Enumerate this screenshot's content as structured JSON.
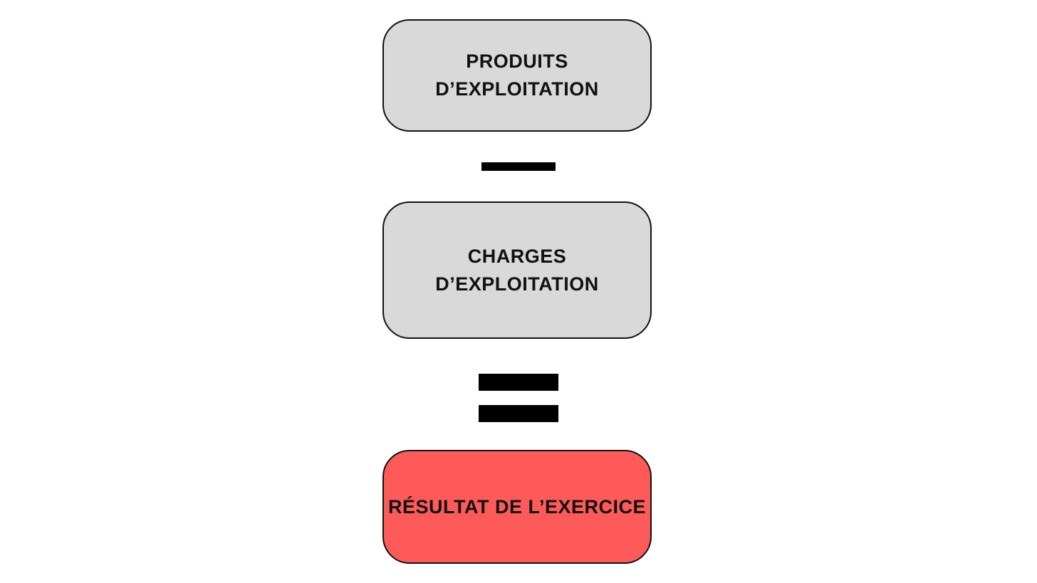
{
  "diagram": {
    "products": {
      "line1": "PRODUITS",
      "line2": "D’EXPLOITATION",
      "fill": "#d9d9d9"
    },
    "operator_minus": {
      "symbol": "−"
    },
    "charges": {
      "line1": "CHARGES",
      "line2": "D’EXPLOITATION",
      "fill": "#d9d9d9"
    },
    "operator_equals": {
      "symbol": "="
    },
    "result": {
      "label": "RÉSULTAT DE L’EXERCICE",
      "fill": "#ff5a5a"
    },
    "border_color": "#111111",
    "operator_color": "#000000"
  }
}
